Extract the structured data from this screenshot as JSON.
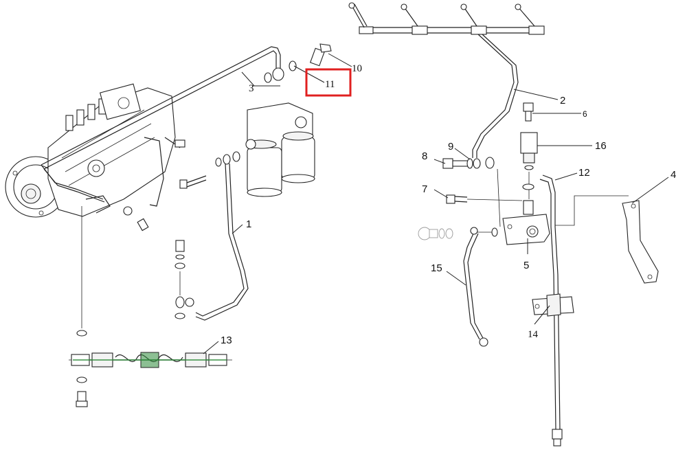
{
  "callouts": [
    {
      "id": "1",
      "label": "1"
    },
    {
      "id": "2",
      "label": "2"
    },
    {
      "id": "3",
      "label": "3"
    },
    {
      "id": "4",
      "label": "4"
    },
    {
      "id": "5",
      "label": "5"
    },
    {
      "id": "6",
      "label": "6"
    },
    {
      "id": "7",
      "label": "7"
    },
    {
      "id": "8",
      "label": "8"
    },
    {
      "id": "9",
      "label": "9"
    },
    {
      "id": "10",
      "label": "10"
    },
    {
      "id": "11",
      "label": "11",
      "highlighted": true
    },
    {
      "id": "12",
      "label": "12"
    },
    {
      "id": "13",
      "label": "13"
    },
    {
      "id": "14",
      "label": "14"
    },
    {
      "id": "15",
      "label": "15"
    },
    {
      "id": "16",
      "label": "16"
    }
  ],
  "colors": {
    "highlight_box": "#e02020",
    "line_art": "#222222",
    "hose_accent": "#2e8b3a",
    "background": "#ffffff"
  }
}
